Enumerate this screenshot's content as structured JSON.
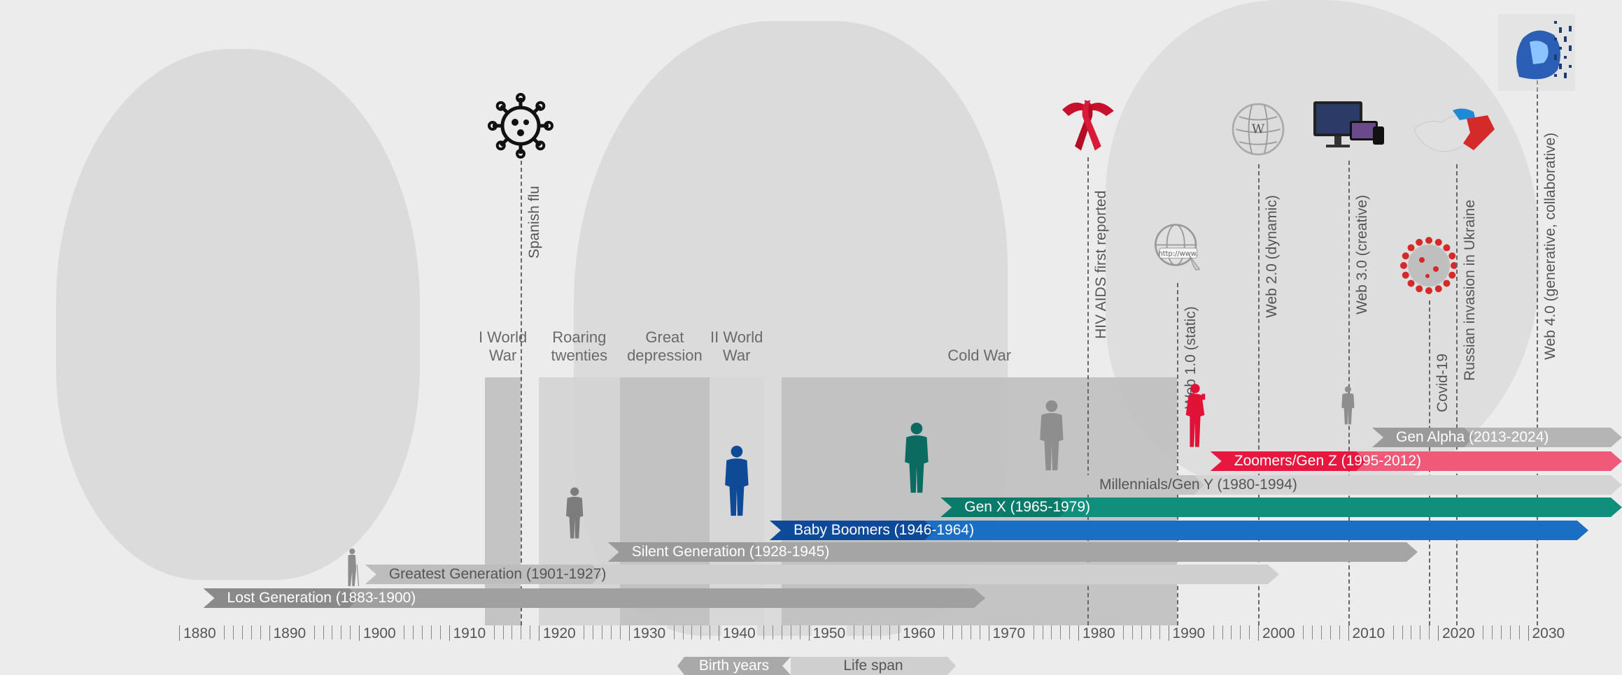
{
  "timeline": {
    "start_year": 1880,
    "end_year": 2034,
    "axis_labels": [
      "1880",
      "1890",
      "1900",
      "1910",
      "1920",
      "1930",
      "1940",
      "1950",
      "1960",
      "1970",
      "1980",
      "1990",
      "2000",
      "2010",
      "2020",
      "2030"
    ]
  },
  "periods": [
    {
      "id": "ww1",
      "label": "I World\nWar",
      "start": 1914,
      "end": 1918,
      "shade": "#bdbdbd",
      "label_rows": 2
    },
    {
      "id": "roaring",
      "label": "Roaring\ntwenties",
      "start": 1920,
      "end": 1929,
      "shade": "#d2d2d2",
      "label_rows": 2
    },
    {
      "id": "great-depression",
      "label": "Great\ndepression",
      "start": 1929,
      "end": 1939,
      "shade": "#bdbdbd",
      "label_rows": 2
    },
    {
      "id": "ww2",
      "label": "II World\nWar",
      "start": 1939,
      "end": 1945,
      "shade": "#d6d6d6",
      "label_rows": 2
    },
    {
      "id": "cold-war",
      "label": "Cold War",
      "start": 1947,
      "end": 1991,
      "shade": "#bdbdbd",
      "label_rows": 1
    }
  ],
  "events": [
    {
      "id": "spanish-flu",
      "label": "Spanish flu",
      "year": 1918,
      "icon": "virus-outline-icon"
    },
    {
      "id": "hiv-aids",
      "label": "HIV AIDS first reported",
      "year": 1981,
      "icon": "red-ribbon-icon"
    },
    {
      "id": "web-1",
      "label": "Web 1.0 (static)",
      "year": 1991,
      "icon": "www-globe-icon"
    },
    {
      "id": "web-2",
      "label": "Web 2.0 (dynamic)",
      "year": 2000,
      "icon": "wikipedia-globe-icon"
    },
    {
      "id": "web-3",
      "label": "Web 3.0 (creative)",
      "year": 2010,
      "icon": "devices-icon"
    },
    {
      "id": "covid",
      "label": "Covid-19",
      "year": 2019,
      "icon": "coronavirus-icon"
    },
    {
      "id": "ukraine",
      "label": "Russian invasion in Ukraine",
      "year": 2022,
      "icon": "ukraine-map-icon"
    },
    {
      "id": "web-4",
      "label": "Web 4.0 (generative, collaborative)",
      "year": 2031,
      "icon": "ai-head-icon"
    }
  ],
  "generations": [
    {
      "id": "lost",
      "label": "Lost Generation (1883-1900)",
      "start": 1883,
      "end": 1971,
      "birth_end": 1900,
      "color": "#a0a0a0",
      "birth_color": "#8a8a8a",
      "text_color": "#ffffff"
    },
    {
      "id": "greatest",
      "label": "Greatest Generation (1901-1927)",
      "start": 1901,
      "end": 2000,
      "birth_end": 1927,
      "color": "#cfcfcf",
      "birth_color": "#bdbdbd",
      "text_color": "#555555"
    },
    {
      "id": "silent",
      "label": "Silent Generation (1928-1945)",
      "start": 1928,
      "end": 2015,
      "birth_end": 1945,
      "color": "#a5a5a5",
      "birth_color": "#9a9a9a",
      "text_color": "#ffffff"
    },
    {
      "id": "boomers",
      "label": "Baby Boomers (1946-1964)",
      "start": 1946,
      "end": 2034,
      "birth_end": 1964,
      "color": "#1a6fc4",
      "birth_color": "#0d4a9a",
      "text_color": "#ffffff"
    },
    {
      "id": "genx",
      "label": "Gen X (1965-1979)",
      "start": 1965,
      "end": 2039,
      "birth_end": 1979,
      "color": "#108f7c",
      "birth_color": "#0a7a6a",
      "text_color": "#ffffff"
    },
    {
      "id": "millennials",
      "label": "Millennials/Gen Y (1980-1994)",
      "start": 1980,
      "end": 2039,
      "birth_end": 1994,
      "color": "#d4d4d4",
      "birth_color": "#c4c4c4",
      "text_color": "#555555"
    },
    {
      "id": "genz",
      "label": "Zoomers/Gen Z (1995-2012)",
      "start": 1995,
      "end": 2039,
      "birth_end": 2012,
      "color": "#f05a78",
      "birth_color": "#e8173f",
      "text_color": "#ffffff"
    },
    {
      "id": "alpha",
      "label": "Gen Alpha (2013-2024)",
      "start": 2013,
      "end": 2039,
      "birth_end": 2024,
      "color": "#b5b5b5",
      "birth_color": "#9a9a9a",
      "text_color": "#ffffff"
    }
  ],
  "people": [
    {
      "gen": "lost",
      "year": 1899,
      "color": "#8d8d8d",
      "kind": "elder"
    },
    {
      "gen": "silent",
      "year": 1924,
      "color": "#7c7c7c",
      "kind": "man"
    },
    {
      "gen": "boomers",
      "year": 1942,
      "color": "#0f4a96",
      "kind": "man"
    },
    {
      "gen": "genx",
      "year": 1962,
      "color": "#0b6b60",
      "kind": "man"
    },
    {
      "gen": "millennials",
      "year": 1977,
      "color": "#8e8e8e",
      "kind": "man"
    },
    {
      "gen": "genz",
      "year": 1993,
      "color": "#e11238",
      "kind": "woman"
    },
    {
      "gen": "alpha",
      "year": 2010,
      "color": "#8e8e8e",
      "kind": "child"
    }
  ],
  "legend": {
    "birth_years": "Birth years",
    "life_span": "Life span",
    "birth_color": "#a9a9a9",
    "life_color": "#cfcfcf"
  }
}
